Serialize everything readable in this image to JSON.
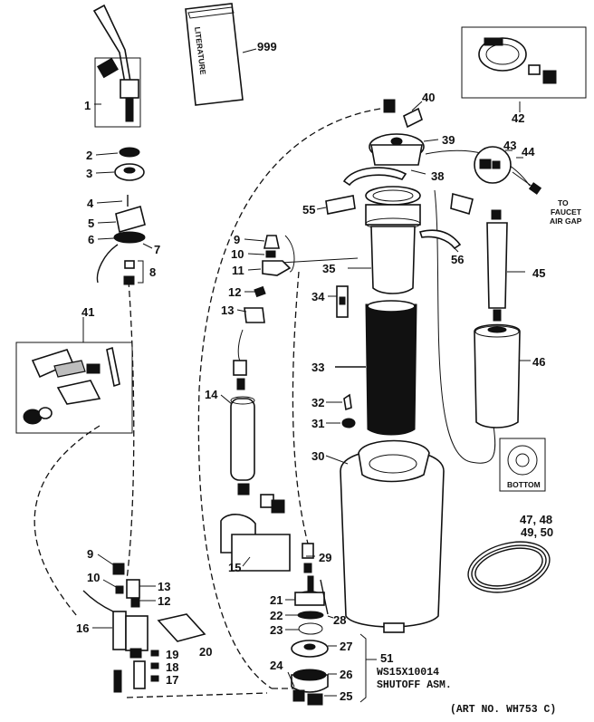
{
  "callouts": {
    "c1": "1",
    "c2": "2",
    "c3": "3",
    "c4": "4",
    "c5": "5",
    "c6": "6",
    "c7": "7",
    "c8": "8",
    "c9a": "9",
    "c9b": "9",
    "c10a": "10",
    "c10b": "10",
    "c11": "11",
    "c12a": "12",
    "c12b": "12",
    "c13a": "13",
    "c13b": "13",
    "c14": "14",
    "c15": "15",
    "c16": "16",
    "c17": "17",
    "c18": "18",
    "c19": "19",
    "c20": "20",
    "c21": "21",
    "c22": "22",
    "c23": "23",
    "c24": "24",
    "c25": "25",
    "c26": "26",
    "c27": "27",
    "c28": "28",
    "c29": "29",
    "c30": "30",
    "c31": "31",
    "c32": "32",
    "c33": "33",
    "c34": "34",
    "c35": "35",
    "c38": "38",
    "c39": "39",
    "c40": "40",
    "c41": "41",
    "c42": "42",
    "c43": "43",
    "c44": "44",
    "c45": "45",
    "c46": "46",
    "c47_48": "47, 48",
    "c49_50": "49, 50",
    "c51": "51",
    "c55": "55",
    "c56": "56",
    "c999": "999"
  },
  "labels": {
    "faucet_air_gap_1": "TO",
    "faucet_air_gap_2": "FAUCET",
    "faucet_air_gap_3": "AIR GAP",
    "literature": "LITERATURE",
    "bottom": "BOTTOM",
    "part_number": "WS15X10014",
    "shutoff": "SHUTOFF ASM.",
    "art_number": "(ART NO. WH753 C)"
  }
}
